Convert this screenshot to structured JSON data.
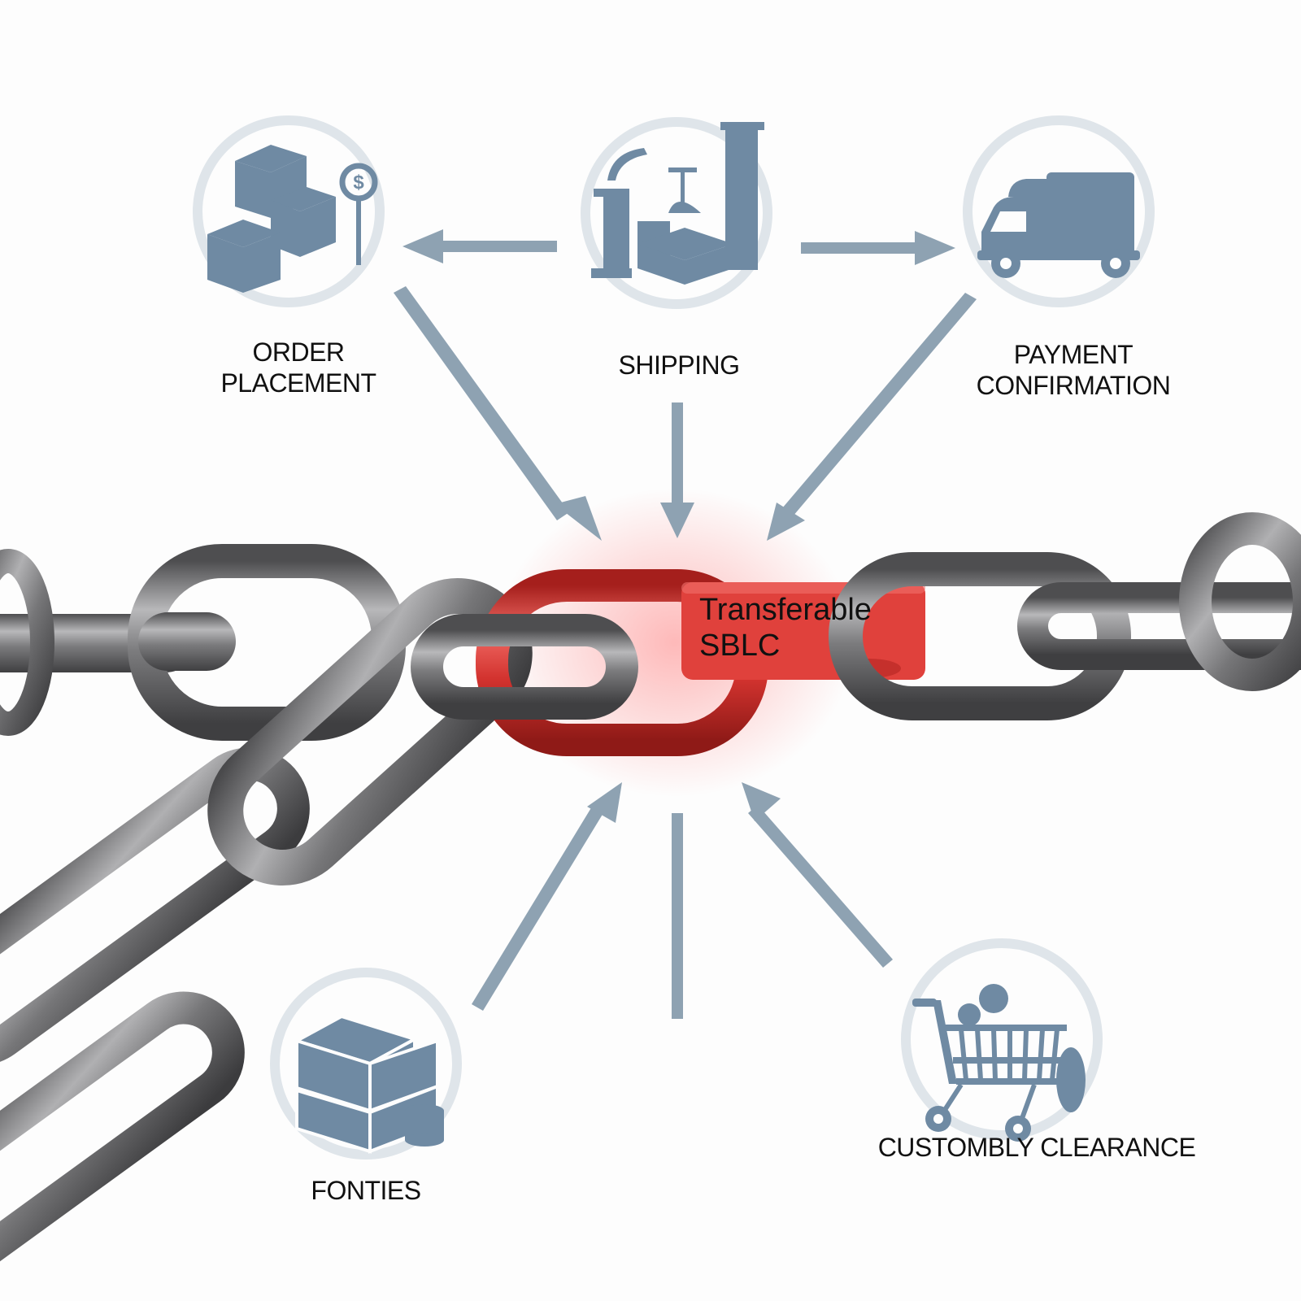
{
  "diagram": {
    "center_node": {
      "line1": "Transferable",
      "line2": "SBLC",
      "color": "#d93a36"
    },
    "nodes": [
      {
        "id": "order-placement",
        "line1": "ORDER",
        "line2": "PLACEMENT",
        "icon": "stacked-boxes-dollar-icon"
      },
      {
        "id": "shipping",
        "line1": "SHIPPING",
        "line2": "",
        "icon": "factory-icon"
      },
      {
        "id": "payment-confirmation",
        "line1": "PAYMENT",
        "line2": "CONFIRMATION",
        "icon": "delivery-truck-icon"
      },
      {
        "id": "fonties",
        "line1": "FONTIES",
        "line2": "",
        "icon": "containers-coins-icon"
      },
      {
        "id": "customs-clearance",
        "line1": "CUSTOMBLY CLEARANCE",
        "line2": "",
        "icon": "shopping-cart-icon"
      }
    ],
    "colors": {
      "icon": "#6f8aa3",
      "icon_ring": "#dfe5ea",
      "arrow": "#8ea2b2",
      "chain_steel": "#7d7d7f",
      "chain_red": "#d93a36",
      "text": "#111111"
    }
  }
}
